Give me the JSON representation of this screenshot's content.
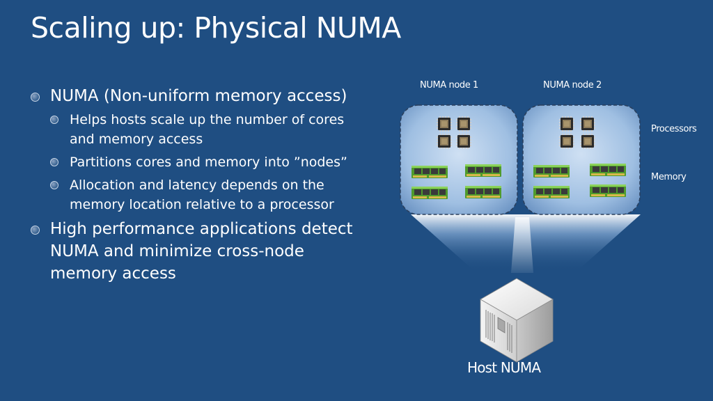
{
  "slide": {
    "title": "Scaling up: Physical NUMA"
  },
  "bullets": [
    {
      "level": 1,
      "text": "NUMA (Non-uniform memory access)"
    },
    {
      "level": 2,
      "text": "Helps hosts scale up the number of cores and memory access"
    },
    {
      "level": 2,
      "text": "Partitions cores and memory into ”nodes”"
    },
    {
      "level": 2,
      "text": "Allocation and latency depends on the memory location relative to a processor"
    },
    {
      "level": 1,
      "text": "High performance applications detect NUMA and minimize cross-node memory access"
    }
  ],
  "diagram": {
    "node1_label": "NUMA node 1",
    "node2_label": "NUMA node 2",
    "processors_label": "Processors",
    "memory_label": "Memory",
    "host_label": "Host NUMA"
  },
  "colors": {
    "background": "#1f4e82",
    "text": "#ffffff"
  }
}
